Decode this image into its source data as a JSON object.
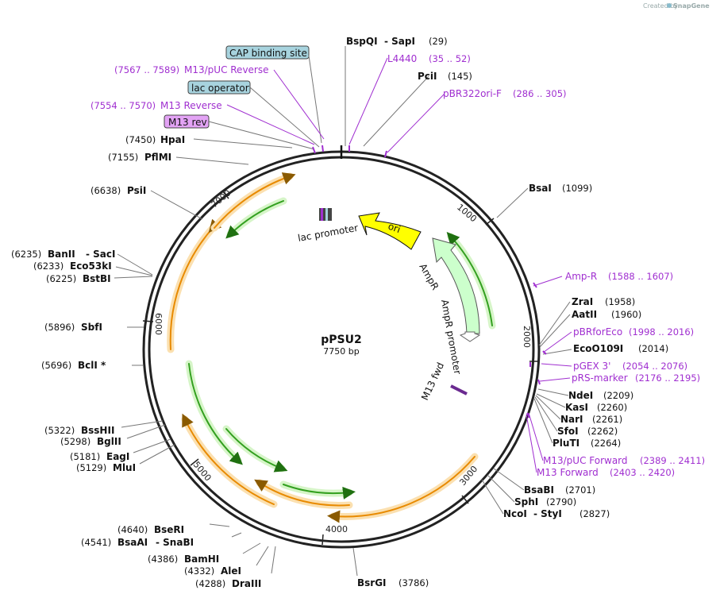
{
  "credit": {
    "prefix": "Created by",
    "brand": "SnapGene"
  },
  "plasmid": {
    "name": "pPSU2",
    "size": "7750 bp"
  },
  "ticks": {
    "t1000": "1000",
    "t2000": "2000",
    "t3000": "3000",
    "t4000": "4000",
    "t5000": "5000",
    "t6000": "6000",
    "t7000": "7000"
  },
  "features": {
    "ori": "ori",
    "ampr": "AmpR",
    "ampr_promoter": "AmpR promoter",
    "lac_promoter": "lac promoter",
    "m13_fwd": "M13 fwd"
  },
  "boxes": {
    "cap": "CAP binding site",
    "lac_operator": "lac operator",
    "m13_rev": "M13 rev"
  },
  "sites": [
    {
      "name": "BspQI",
      "extra": "- SapI",
      "pos": "(29)"
    },
    {
      "name": "PciI",
      "pos": "(145)"
    },
    {
      "name": "BsaI",
      "pos": "(1099)"
    },
    {
      "name": "ZraI",
      "pos": "(1958)"
    },
    {
      "name": "AatII",
      "pos": "(1960)"
    },
    {
      "name": "EcoO109I",
      "pos": "(2014)"
    },
    {
      "name": "NdeI",
      "pos": "(2209)"
    },
    {
      "name": "KasI",
      "pos": "(2260)"
    },
    {
      "name": "NarI",
      "pos": "(2261)"
    },
    {
      "name": "SfoI",
      "pos": "(2262)"
    },
    {
      "name": "PluTI",
      "pos": "(2264)"
    },
    {
      "name": "BsaBI",
      "pos": "(2701)"
    },
    {
      "name": "SphI",
      "pos": "(2790)"
    },
    {
      "name": "NcoI",
      "extra": "- StyI",
      "pos": "(2827)"
    },
    {
      "name": "BsrGI",
      "pos": "(3786)"
    },
    {
      "name": "DraIII",
      "pos": "(4288)"
    },
    {
      "name": "AleI",
      "pos": "(4332)"
    },
    {
      "name": "BamHI",
      "pos": "(4386)"
    },
    {
      "name": "BsaAI",
      "extra": "- SnaBI",
      "pos": "(4541)"
    },
    {
      "name": "BseRI",
      "pos": "(4640)"
    },
    {
      "name": "MluI",
      "pos": "(5129)"
    },
    {
      "name": "EagI",
      "pos": "(5181)"
    },
    {
      "name": "BglII",
      "pos": "(5298)"
    },
    {
      "name": "BssHII",
      "pos": "(5322)"
    },
    {
      "name": "BclI *",
      "pos": "(5696)"
    },
    {
      "name": "SbfI",
      "pos": "(5896)"
    },
    {
      "name": "BstBI",
      "pos": "(6225)"
    },
    {
      "name": "Eco53kI",
      "pos": "(6233)"
    },
    {
      "name": "BanII",
      "extra": "- SacI",
      "pos": "(6235)"
    },
    {
      "name": "PsiI",
      "pos": "(6638)"
    },
    {
      "name": "PflMI",
      "pos": "(7155)"
    },
    {
      "name": "HpaI",
      "pos": "(7450)"
    }
  ],
  "primers": [
    {
      "name": "L4440",
      "pos": "(35 .. 52)"
    },
    {
      "name": "pBR322ori-F",
      "pos": "(286 .. 305)"
    },
    {
      "name": "Amp-R",
      "pos": "(1588 .. 1607)"
    },
    {
      "name": "pBRforEco",
      "pos": "(1998 .. 2016)"
    },
    {
      "name": "pGEX 3'",
      "pos": "(2054 .. 2076)"
    },
    {
      "name": "pRS-marker",
      "pos": "(2176 .. 2195)"
    },
    {
      "name": "M13/pUC Forward",
      "pos": "(2389 .. 2411)"
    },
    {
      "name": "M13 Forward",
      "pos": "(2403 .. 2420)"
    },
    {
      "name": "M13 Reverse",
      "pos": "(7554 .. 7570)"
    },
    {
      "name": "M13/pUC Reverse",
      "pos": "(7567 .. 7589)"
    }
  ],
  "colors": {
    "ori": "#ffff00",
    "ampr": "#ccffcc",
    "orange": "#e88a00",
    "green": "#33a020",
    "primer": "#a02fd0",
    "box": "#a7d3de",
    "box_pink": "#e3a3f5"
  }
}
